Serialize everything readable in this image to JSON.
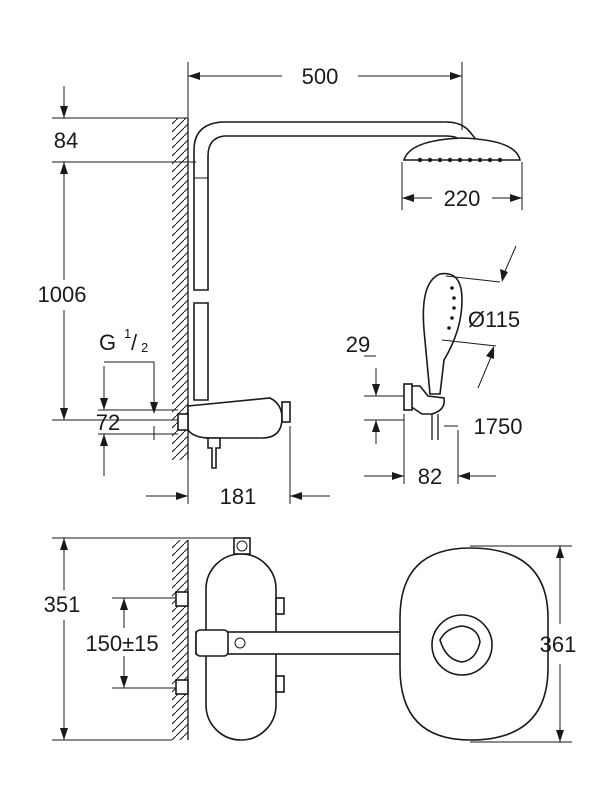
{
  "dimensions": {
    "arm_length": "500",
    "ceiling_offset": "84",
    "head_diameter": "220",
    "column_height": "1006",
    "connection_thread": "G",
    "thread_size_num": "1",
    "thread_size_den": "2",
    "hand_shower_diameter": "Ø115",
    "holder_offset": "29",
    "inlet_height": "72",
    "hose_length": "1750",
    "holder_depth": "82",
    "thermostat_depth": "181",
    "thermostat_height": "351",
    "inlet_spacing": "150±15",
    "head_height": "361"
  },
  "colors": {
    "line": "#1a1a1a",
    "background": "#ffffff"
  }
}
